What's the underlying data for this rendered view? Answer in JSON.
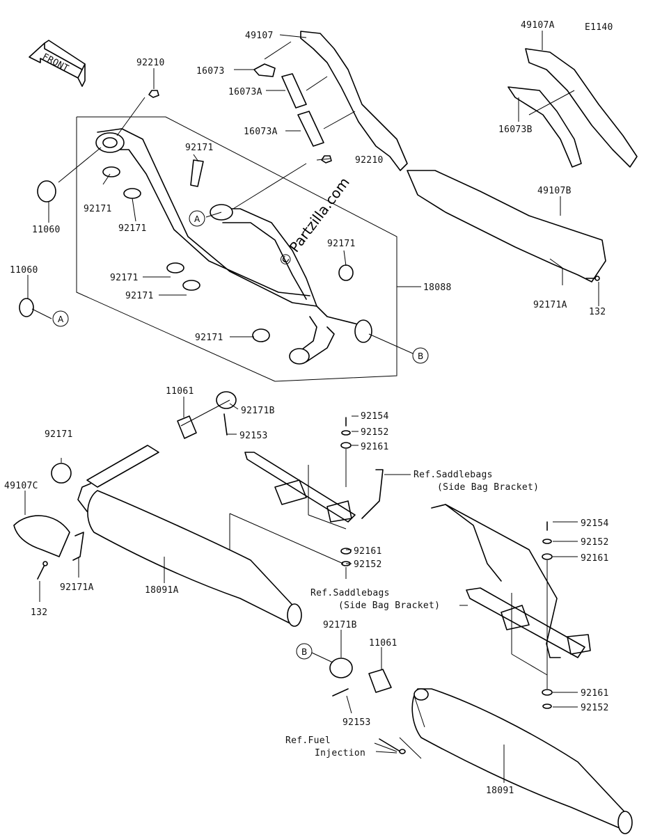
{
  "diagram": {
    "code": "E1140",
    "front_label": "FRONT",
    "watermark": "© Partzilla.com",
    "callouts": [
      "A",
      "A",
      "B",
      "B"
    ],
    "part_labels": [
      "49107",
      "16073",
      "16073A",
      "16073A",
      "49107A",
      "16073B",
      "92210",
      "92210",
      "11060",
      "11060",
      "92171",
      "92171",
      "92171",
      "92171",
      "92171",
      "92171",
      "92171",
      "92171",
      "18088",
      "49107B",
      "92171A",
      "132",
      "11061",
      "92171B",
      "92153",
      "92154",
      "92152",
      "92161",
      "Ref.Saddlebags",
      "(Side Bag Bracket)",
      "92161",
      "92152",
      "92154",
      "92152",
      "92161",
      "49107C",
      "132",
      "92171A",
      "18091A",
      "Ref.Saddlebags",
      "(Side Bag Bracket)",
      "92171B",
      "11061",
      "92153",
      "92161",
      "92152",
      "Ref.Fuel",
      "Injection",
      "18091"
    ]
  }
}
